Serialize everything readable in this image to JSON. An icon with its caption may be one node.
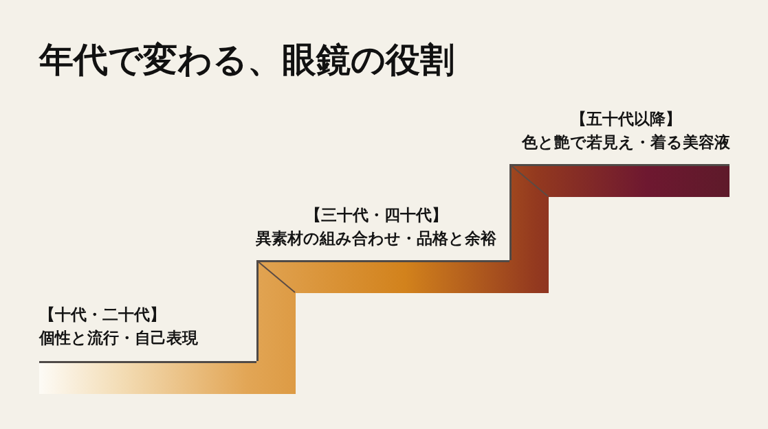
{
  "diagram": {
    "title": "年代で変わる、眼鏡の役割",
    "nodes": [
      {
        "text": [],
        "shape": "bar",
        "beside": [
          "【十代・二十代】",
          "個性と流行・自己表現"
        ]
      },
      {
        "text": [],
        "shape": "bar",
        "beside": [
          "【三十代・四十代】",
          "異素材の組み合わせ・品格と余裕"
        ]
      },
      {
        "text": [],
        "shape": "bar",
        "beside": [
          "【五十代以降】",
          "色と艶で若見え・着る美容液"
        ]
      }
    ]
  }
}
